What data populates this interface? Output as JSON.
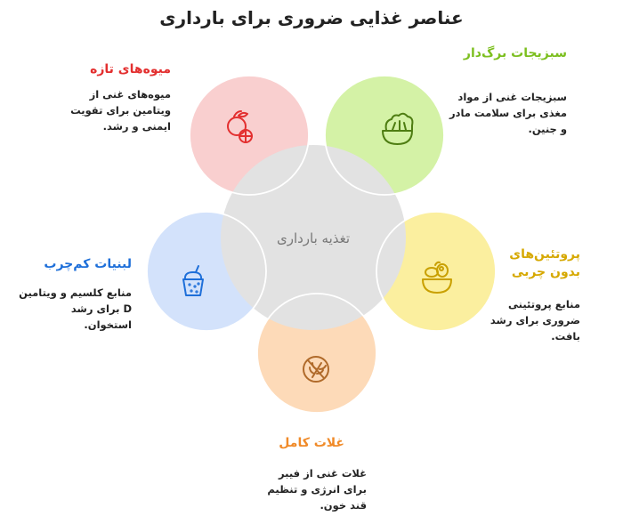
{
  "title": "عناصر غذایی ضروری برای بارداری",
  "center": {
    "label": "تغذیه بارداری"
  },
  "colors": {
    "fruit": "#e32f2f",
    "vegetable": "#7cbf1f",
    "protein": "#d6a800",
    "grain": "#f08a28",
    "dairy": "#1e6fd9",
    "center_fill": "#e2e2e2"
  },
  "items": [
    {
      "key": "fruit",
      "icon": "orange-fruit-icon",
      "label": "میوه‌های تازه",
      "desc": [
        "میوه‌های غنی از",
        "ویتامین برای تقویت",
        "ایمنی و رشد."
      ]
    },
    {
      "key": "vegetable",
      "icon": "salad-bowl-icon",
      "label": "سبزیجات برگ‌دار",
      "desc": [
        "سبزیجات غنی از مواد",
        "مغذی برای سلامت مادر",
        "و جنین."
      ]
    },
    {
      "key": "protein",
      "icon": "protein-bowl-icon",
      "label": "پروتئین‌های بدون چربی",
      "label_lines": [
        "پروتئین‌های",
        "بدون چربی"
      ],
      "desc": [
        "منابع پروتئینی",
        "ضروری برای رشد",
        "بافت."
      ]
    },
    {
      "key": "grain",
      "icon": "wheat-icon",
      "label": "غلات کامل",
      "desc": [
        "غلات غنی از فیبر",
        "برای انرژی و تنظیم",
        "قند خون."
      ]
    },
    {
      "key": "dairy",
      "icon": "yogurt-cup-icon",
      "label": "لبنیات کم‌چرب",
      "desc": [
        "منابع کلسیم و ویتامین",
        "D برای رشد",
        "استخوان."
      ]
    }
  ]
}
